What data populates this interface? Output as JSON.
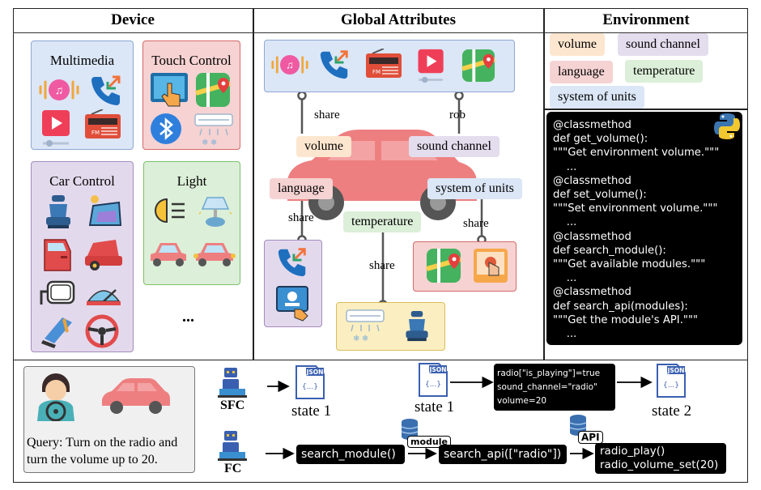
{
  "headers": {
    "device": "Device",
    "global": "Global Attributes",
    "environment": "Environment"
  },
  "device": {
    "multimedia": "Multimedia",
    "touch_control": "Touch Control",
    "car_control": "Car Control",
    "light": "Light",
    "ellipsis": "..."
  },
  "environment": {
    "tags": [
      "volume",
      "sound channel",
      "language",
      "temperature",
      "system of units"
    ],
    "code_lines": [
      "@classmethod",
      "def get_volume():",
      "\"\"\"Get environment volume.\"\"\"",
      "    ...",
      "@classmethod",
      "def set_volume():",
      "\"\"\"Set environment volume.\"\"\"",
      "    ...",
      "@classmethod",
      "def search_module():",
      "\"\"\"Get available modules.\"\"\"",
      "    ...",
      "@classmethod",
      "def search_api(modules):",
      "\"\"\"Get the module's API.\"\"\"",
      "    ..."
    ]
  },
  "global": {
    "share_top": "share",
    "rob": "rob",
    "volume": "volume",
    "sound_channel": "sound channel",
    "language": "language",
    "system_of_units": "system of units",
    "temperature": "temperature",
    "share_left": "share",
    "share_mid": "share",
    "share_right": "share"
  },
  "bottom": {
    "query": "Query: Turn on the radio and turn the volume up to 20.",
    "sfc": "SFC",
    "fc": "FC",
    "json": "JSON",
    "json_braces": "{...}",
    "state1a": "state 1",
    "state1b": "state 1",
    "state2": "state 2",
    "radio_code": "radio[\"is_playing\"]=true\nsound_channel=\"radio\"\nvolume=20",
    "search_module": "search_module()",
    "module_label": "module",
    "search_api": "search_api([\"radio\"])",
    "api_label": "API",
    "radio_calls": "radio_play()\nradio_volume_set(20)"
  },
  "colors": {
    "blue_card": "#dbe6f7",
    "red_card": "#f6d2d2",
    "purple_card": "#e3d9ec",
    "green_card": "#dcefd8",
    "tag_orange": "#fde6cf",
    "tag_purple": "#e4ddee",
    "tag_red": "#f6d3d3",
    "tag_green": "#dcefd9",
    "tag_blue": "#dbe6f6",
    "car": "#ee7f80"
  }
}
